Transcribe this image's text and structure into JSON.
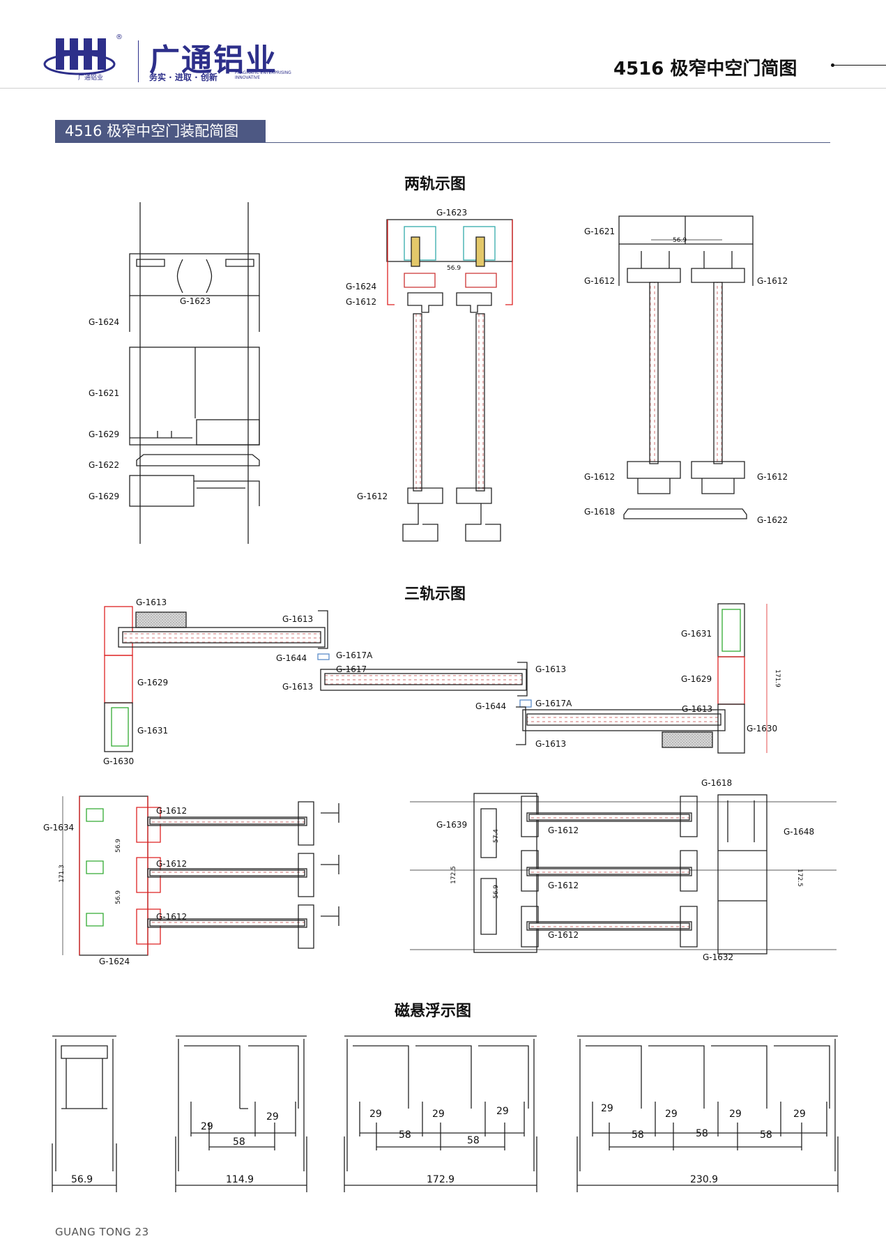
{
  "header": {
    "brand_name": "广通铝业",
    "slogan": "务实 · 进取 · 创新",
    "slogan_en": "PRAGMATIC ENTERPRISING INNOVATIVE",
    "logo_sub": "广通铝业",
    "reg_mark": "®",
    "page_title": "4516 极窄中空门简图"
  },
  "banner": {
    "title": "4516 极窄中空门装配简图"
  },
  "sections": {
    "two_track": "两轨示图",
    "three_track": "三轨示图",
    "maglev": "磁悬浮示图"
  },
  "labels": {
    "d1": {
      "g1623": "G-1623",
      "g1624": "G-1624",
      "g1621": "G-1621",
      "g1629a": "G-1629",
      "g1622": "G-1622",
      "g1629b": "G-1629"
    },
    "d2": {
      "g1623": "G-1623",
      "g1624": "G-1624",
      "g1612a": "G-1612",
      "g1612b": "G-1612",
      "dim": "56.9"
    },
    "d3": {
      "g1621": "G-1621",
      "g1612a": "G-1612",
      "g1612b": "G-1612",
      "g1612c": "G-1612",
      "g1612d": "G-1612",
      "g1618": "G-1618",
      "g1622": "G-1622",
      "dim": "56.9"
    },
    "d4": {
      "g1613a": "G-1613",
      "g1613b": "G-1613",
      "g1644a": "G-1644",
      "g1617a_a": "G-1617A",
      "g1617": "G-1617",
      "g1613c": "G-1613",
      "g1613d": "G-1613",
      "g1644b": "G-1644",
      "g1617a_b": "G-1617A",
      "g1613e": "G-1613",
      "g1613f": "G-1613",
      "g1629a": "G-1629",
      "g1631a": "G-1631",
      "g1630a": "G-1630",
      "g1631b": "G-1631",
      "g1629b": "G-1629",
      "g1630b": "G-1630",
      "dim": "171.9"
    },
    "d5": {
      "g1634": "G-1634",
      "g1612a": "G-1612",
      "g1612b": "G-1612",
      "g1612c": "G-1612",
      "g1624": "G-1624",
      "dim1": "171.3",
      "dim2": "56.9",
      "dim3": "56.9"
    },
    "d6": {
      "g1639": "G-1639",
      "g1612a": "G-1612",
      "g1612b": "G-1612",
      "g1612c": "G-1612",
      "g1618": "G-1618",
      "g1648": "G-1648",
      "g1632": "G-1632",
      "dim1": "172.5",
      "dim2": "57.4",
      "dim3": "56.9",
      "dim4": "172.5"
    }
  },
  "maglev": {
    "m1": {
      "total": "56.9"
    },
    "m2": {
      "a": "29",
      "b": "29",
      "c": "58",
      "total": "114.9"
    },
    "m3": {
      "a": "29",
      "b": "29",
      "c": "29",
      "d": "58",
      "e": "58",
      "total": "172.9"
    },
    "m4": {
      "a": "29",
      "b": "29",
      "c": "29",
      "d": "29",
      "e": "58",
      "f": "58",
      "g": "58",
      "total": "230.9"
    }
  },
  "footer": {
    "text": "GUANG TONG  23"
  }
}
